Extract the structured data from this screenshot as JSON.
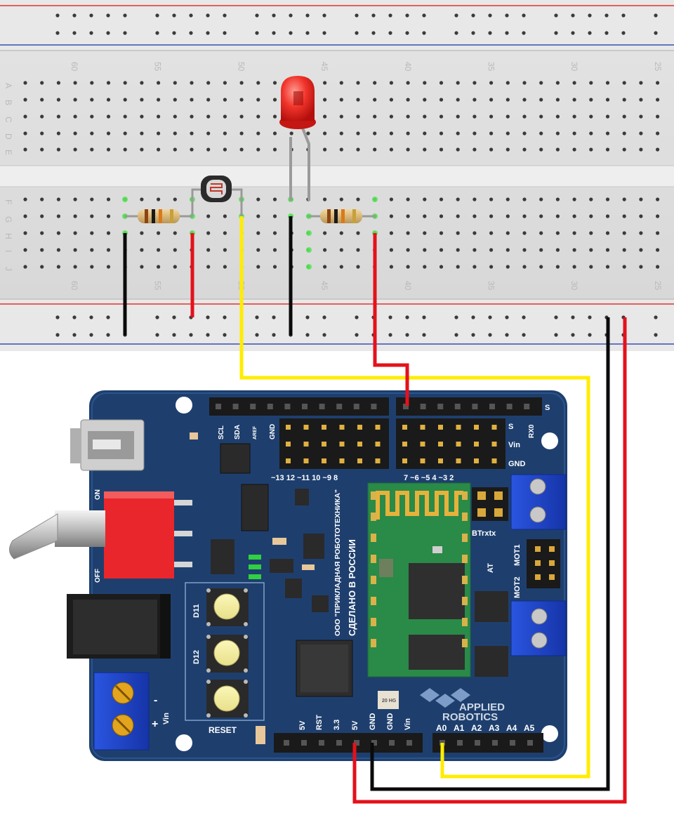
{
  "breadboard": {
    "column_labels": [
      "60",
      "55",
      "50",
      "45",
      "40",
      "35",
      "30",
      "25"
    ],
    "row_labels_top": [
      "A",
      "B",
      "C",
      "D",
      "E"
    ],
    "row_labels_bottom": [
      "F",
      "G",
      "H",
      "I",
      "J"
    ]
  },
  "board": {
    "brand_line1": "APPLIED",
    "brand_line2": "ROBOTICS",
    "maker_line1": "ООО \"ПРИКЛАДНАЯ РОБОТОТЕХНИКА\"",
    "maker_line2": "СДЕЛАНО В РОССИИ",
    "on_label": "ON",
    "off_label": "OFF",
    "reset_label": "RESET",
    "d11_label": "D11",
    "d12_label": "D12",
    "vin_label": "Vin",
    "minus_label": "-",
    "plus_label": "+",
    "scl": "SCL",
    "sda": "SDA",
    "aref": "AREF",
    "gnd_top": "GND",
    "digital_pins_left": "~13 12 ~11 10 ~9 8",
    "digital_pins_right": "7 ~6 ~5 4 ~3 2",
    "s_label": "S",
    "rx0": "RX0",
    "s_row": "S",
    "vin_row": "Vin",
    "gnd_row": "GND",
    "bt": "BTrxtx",
    "at": "AT",
    "mot1": "MOT1",
    "mot2": "MOT2",
    "power_pins": [
      "5V",
      "RST",
      "3.3",
      "5V",
      "GND",
      "GND",
      "Vin"
    ],
    "analog_pins": [
      "A0",
      "A1",
      "A2",
      "A3",
      "A4",
      "A5"
    ],
    "crystal": "20 HG"
  },
  "colors": {
    "wire_black": "#0a0a0a",
    "wire_red": "#e4111b",
    "wire_yellow": "#ffec00",
    "board_blue": "#1e3f6e",
    "led_red": "#e8221e",
    "terminal_blue": "#1f43c8"
  }
}
